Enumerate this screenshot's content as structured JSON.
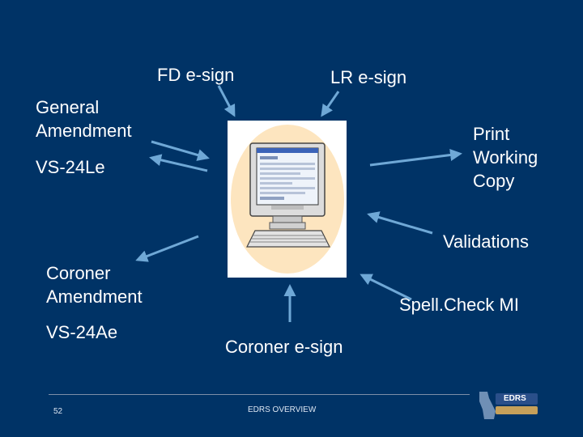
{
  "labels": {
    "fd_esign": "FD e-sign",
    "lr_esign": "LR e-sign",
    "general_amendment": "General\nAmendment",
    "vs24le": "VS-24Le",
    "print_working_copy": "Print\nWorking\nCopy",
    "validations": "Validations",
    "coroner_amendment": "Coroner\nAmendment",
    "vs24ae": "VS-24Ae",
    "spellcheck": "Spell.Check MI",
    "coroner_esign": "Coroner e-sign"
  },
  "footer": {
    "page_number": "52",
    "center_text": "EDRS OVERVIEW",
    "logo_text": "EDRS"
  },
  "colors": {
    "background": "#003366",
    "arrow": "#6fa8d6",
    "text": "#ffffff"
  }
}
